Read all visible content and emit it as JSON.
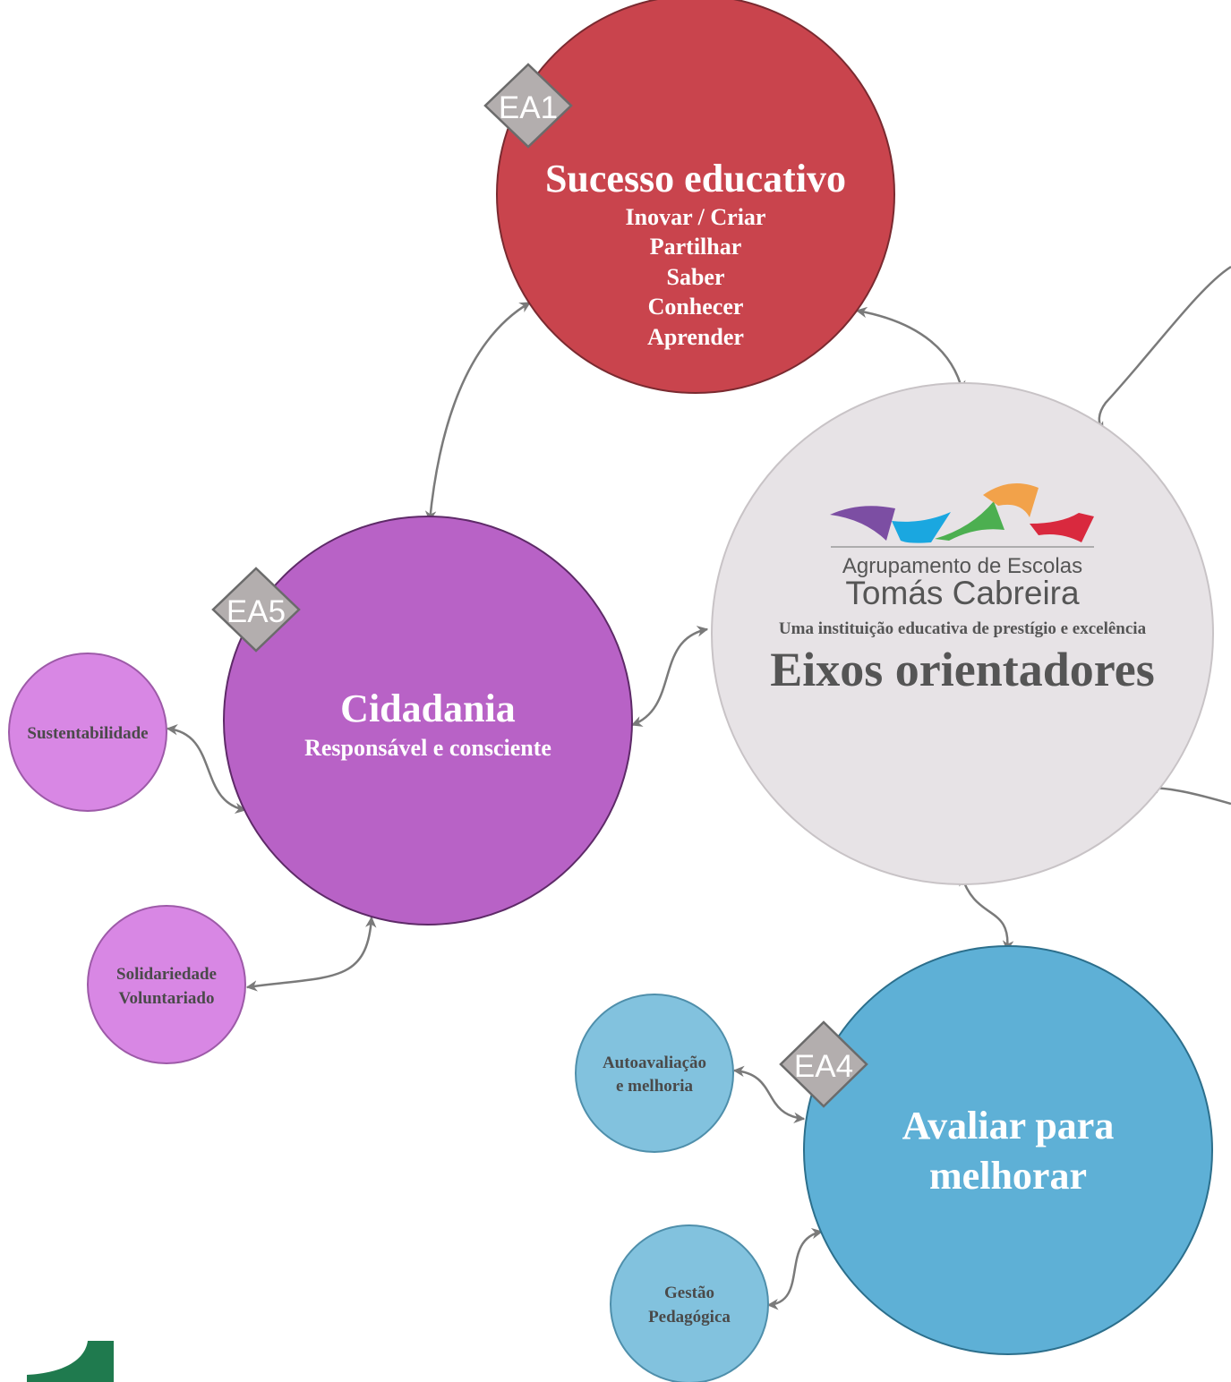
{
  "colors": {
    "red": "#c9444d",
    "purple": "#b862c6",
    "light_purple": "#d887e4",
    "blue": "#5eb0d6",
    "light_blue": "#82c2de",
    "center": "#e7e3e6",
    "badge": "#b3aeae",
    "arrow": "#7a7a7a",
    "corner_green": "#1f7a4e"
  },
  "hub": {
    "logo_line1": "Agrupamento de Escolas",
    "logo_line2": "Tomás Cabreira",
    "tagline": "Uma instituição educativa de prestígio e excelência",
    "title": "Eixos orientadores",
    "logo_ribbon_colors": [
      "#7c4ea3",
      "#1aa7e0",
      "#4caf50",
      "#f2a24a",
      "#d9293e"
    ]
  },
  "sucesso": {
    "badge": "EA1",
    "title": "Sucesso educativo",
    "lines": [
      "Inovar / Criar",
      "Partilhar",
      "Saber",
      "Conhecer",
      "Aprender"
    ]
  },
  "cidadania": {
    "badge": "EA5",
    "title": "Cidadania",
    "subtitle": "Responsável e consciente",
    "satellites": [
      {
        "lines": [
          "Sustentabilidade"
        ]
      },
      {
        "lines": [
          "Solidariedade",
          "Voluntariado"
        ]
      }
    ]
  },
  "avaliar": {
    "badge": "EA4",
    "title_lines": [
      "Avaliar para",
      "melhorar"
    ],
    "satellites": [
      {
        "lines": [
          "Autoavaliação",
          "e melhoria"
        ]
      },
      {
        "lines": [
          "Gestão",
          "Pedagógica"
        ]
      }
    ]
  }
}
